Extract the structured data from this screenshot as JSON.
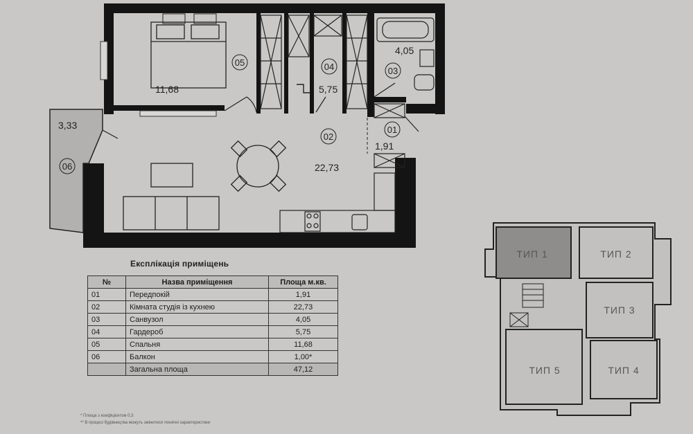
{
  "plan": {
    "rooms": [
      {
        "num": "05",
        "area": "11,68"
      },
      {
        "num": "04",
        "area": "5,75"
      },
      {
        "num": "03",
        "area": "4,05"
      },
      {
        "num": "02",
        "area": "22,73"
      },
      {
        "num": "01",
        "area": "1,91"
      },
      {
        "num": "06",
        "area": "3,33"
      }
    ]
  },
  "table": {
    "title": "Експлікація приміщень",
    "headers": [
      "№",
      "Назва приміщення",
      "Площа м.кв."
    ],
    "rows": [
      {
        "num": "01",
        "name": "Передпокій",
        "area": "1,91"
      },
      {
        "num": "02",
        "name": "Кімната студія із кухнею",
        "area": "22,73"
      },
      {
        "num": "03",
        "name": "Санвузол",
        "area": "4,05"
      },
      {
        "num": "04",
        "name": "Гардероб",
        "area": "5,75"
      },
      {
        "num": "05",
        "name": "Спальня",
        "area": "11,68"
      },
      {
        "num": "06",
        "name": "Балкон",
        "area": "1,00*"
      }
    ],
    "total": {
      "label": "Загальна площа",
      "area": "47,12"
    }
  },
  "footnotes": [
    "* Площа з коефіцієнтом 0,3",
    "** В процесі будівництва можуть змінитися технічні характеристики"
  ],
  "key_plan": {
    "units": [
      "ТИП 1",
      "ТИП 2",
      "ТИП 3",
      "ТИП 4",
      "ТИП 5"
    ],
    "highlighted": "ТИП 1"
  },
  "colors": {
    "background": "#c9c8c6",
    "wall": "#141414",
    "highlight": "#8e8d8b"
  }
}
